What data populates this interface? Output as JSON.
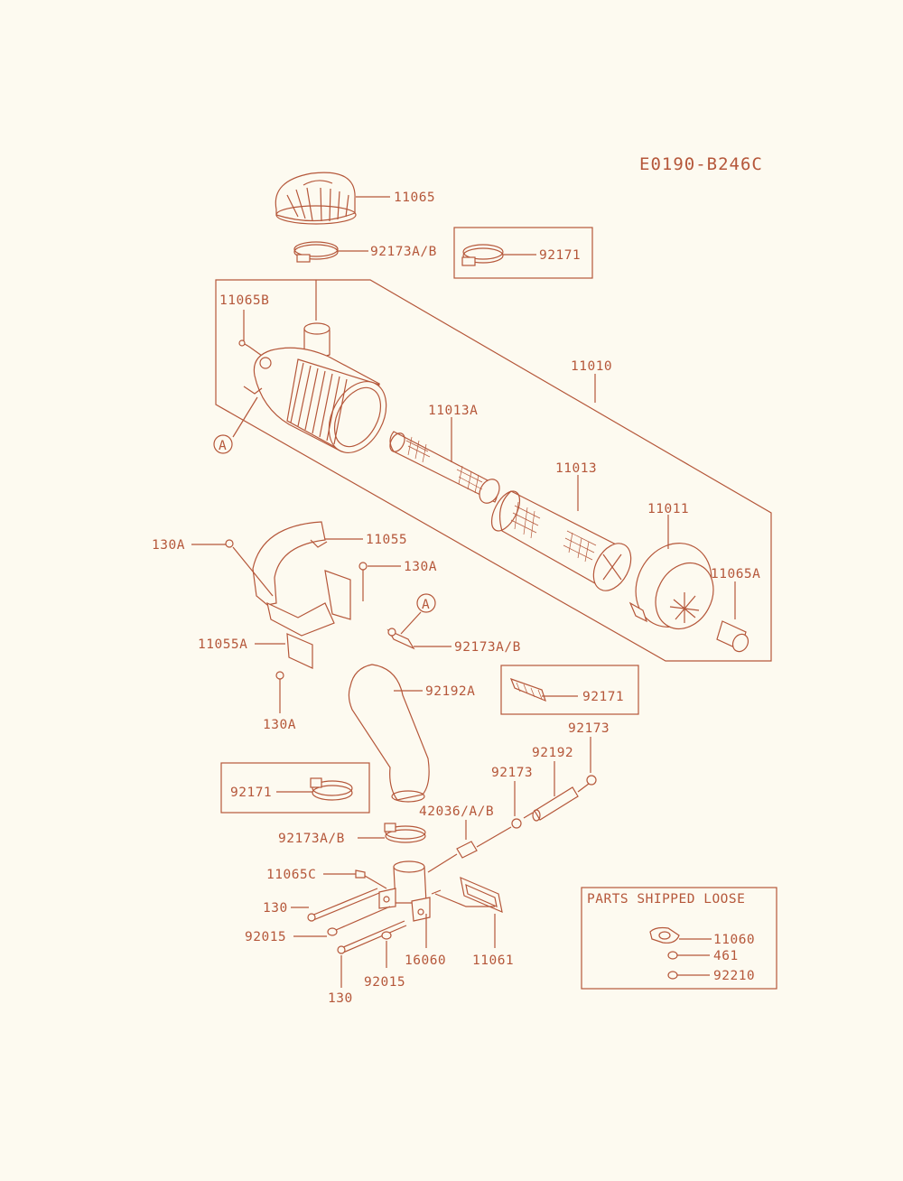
{
  "diagram_code": "E0190-B246C",
  "callouts": {
    "c11065": "11065",
    "c92173AB_top": "92173A/B",
    "c92171_top": "92171",
    "c11065B": "11065B",
    "c11010": "11010",
    "c11013A": "11013A",
    "c11013": "11013",
    "c11011": "11011",
    "c11065A": "11065A",
    "refA_top": "A",
    "refA_hose": "A",
    "c11055": "11055",
    "c130A_1": "130A",
    "c130A_2": "130A",
    "c11055A": "11055A",
    "c130A_3": "130A",
    "c92173AB_mid": "92173A/B",
    "c92192A": "92192A",
    "c92171_mid": "92171",
    "c92173_a": "92173",
    "c92192": "92192",
    "c92173_b": "92173",
    "c92171_low": "92171",
    "c42036": "42036/A/B",
    "c92173AB_low": "92173A/B",
    "c11065C": "11065C",
    "c130_1": "130",
    "c92015_1": "92015",
    "c16060": "16060",
    "c11061": "11061",
    "c92015_2": "92015",
    "c130_2": "130"
  },
  "parts_loose": {
    "title": "PARTS SHIPPED LOOSE",
    "c11060": "11060",
    "c461": "461",
    "c92210": "92210"
  }
}
